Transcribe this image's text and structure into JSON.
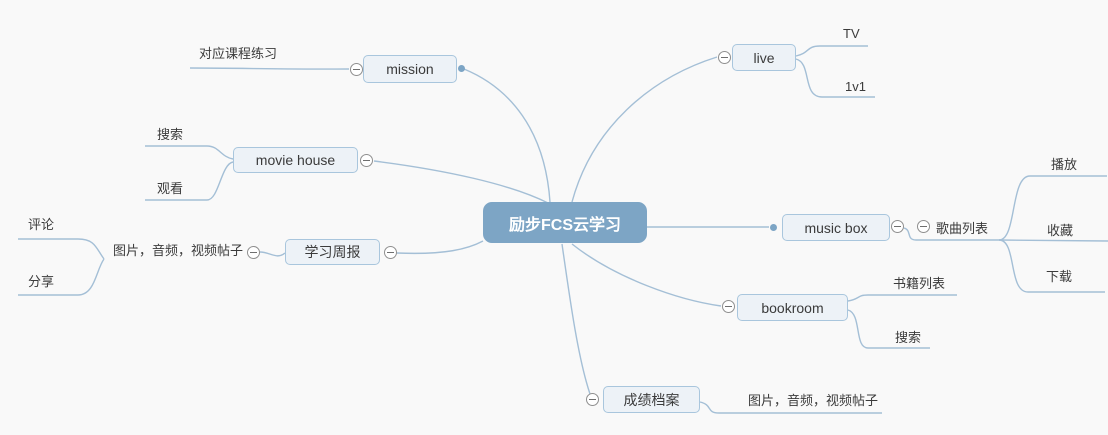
{
  "colors": {
    "background": "#f9f9f9",
    "line": "#a4bfd6",
    "node_fill": "#edf2f7",
    "node_border": "#a9c6dd",
    "root_fill": "#7da5c5",
    "root_text": "#ffffff",
    "text": "#3b3b3b"
  },
  "mindmap": {
    "root": {
      "label": "励步FCS云学习"
    },
    "branches": [
      {
        "label": "mission",
        "children": [
          {
            "label": "对应课程练习"
          }
        ]
      },
      {
        "label": "live",
        "children": [
          {
            "label": "TV"
          },
          {
            "label": "1v1"
          }
        ]
      },
      {
        "label": "movie house",
        "children": [
          {
            "label": "搜索"
          },
          {
            "label": "观看"
          }
        ]
      },
      {
        "label": "music box",
        "children": [
          {
            "label": "歌曲列表",
            "children": [
              {
                "label": "播放"
              },
              {
                "label": "收藏"
              },
              {
                "label": "下载"
              }
            ]
          }
        ]
      },
      {
        "label": "学习周报",
        "children": [
          {
            "label": "图片，音频，视频帖子",
            "children": [
              {
                "label": "评论"
              },
              {
                "label": "分享"
              }
            ]
          }
        ]
      },
      {
        "label": "bookroom",
        "children": [
          {
            "label": "书籍列表"
          },
          {
            "label": "搜索"
          }
        ]
      },
      {
        "label": "成绩档案",
        "children": [
          {
            "label": "图片，音频，视频帖子"
          }
        ]
      }
    ]
  }
}
